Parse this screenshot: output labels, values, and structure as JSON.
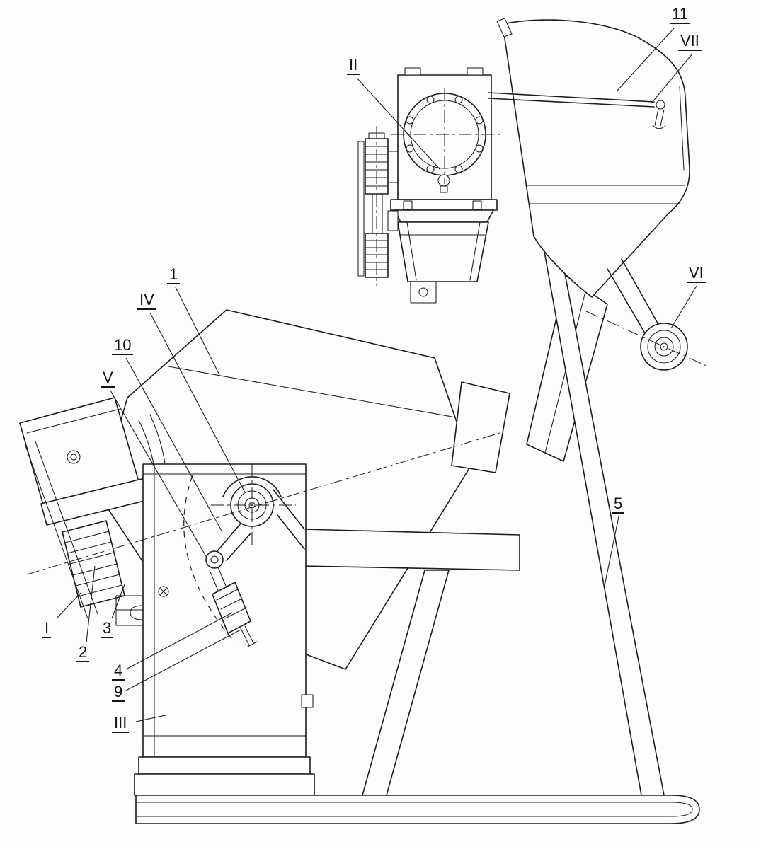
{
  "figure": {
    "background": "#fdfdfd",
    "ink_color": "#1c1c1c",
    "labels": [
      {
        "id": "11",
        "text": "11"
      },
      {
        "id": "VII",
        "text": "VII"
      },
      {
        "id": "II",
        "text": "II"
      },
      {
        "id": "VI",
        "text": "VI"
      },
      {
        "id": "1",
        "text": "1"
      },
      {
        "id": "IV",
        "text": "IV"
      },
      {
        "id": "10",
        "text": "10"
      },
      {
        "id": "V",
        "text": "V"
      },
      {
        "id": "5",
        "text": "5"
      },
      {
        "id": "I",
        "text": "I"
      },
      {
        "id": "2",
        "text": "2"
      },
      {
        "id": "3",
        "text": "3"
      },
      {
        "id": "4",
        "text": "4"
      },
      {
        "id": "9",
        "text": "9"
      },
      {
        "id": "III",
        "text": "III"
      }
    ]
  }
}
